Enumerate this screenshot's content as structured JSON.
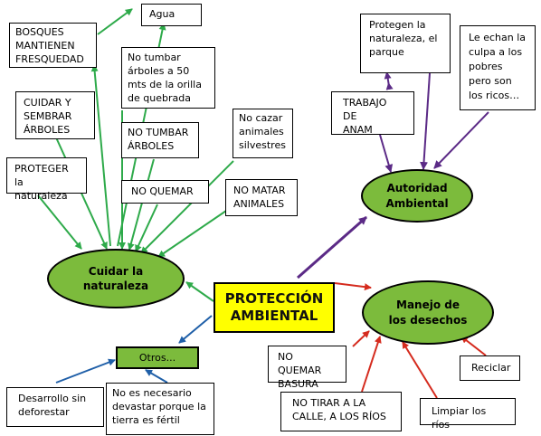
{
  "colors": {
    "green": "#2eaa4a",
    "purple": "#5b2a86",
    "red": "#d52b1e",
    "blue": "#1f5fa8",
    "node_fill": "#7cbb3c",
    "center_fill": "#ffff00"
  },
  "center": {
    "label": "PROTECCIÓN\nAMBIENTAL"
  },
  "nodes": {
    "cuidar": "Cuidar  la\nnaturaleza",
    "autoridad": "Autoridad\nAmbiental",
    "manejo": "Manejo de\nlos desechos",
    "otros": "Otros..."
  },
  "boxes": {
    "agua": "Agua",
    "bosques": "BOSQUES\nMANTIENEN\nFRESQUEDAD",
    "no_tumbar_quebrada": "No tumbar\nárboles a 50\nmts de la orilla\nde quebrada",
    "cuidar_sembrar": "CUIDAR Y\nSEMBRAR\nÁRBOLES",
    "no_tumbar_arboles": "NO TUMBAR\nÁRBOLES",
    "no_cazar": "No cazar\nanimales\nsilvestres",
    "proteger": "PROTEGER\nla naturaleza",
    "no_quemar": "NO QUEMAR",
    "no_matar": "NO MATAR\nANIMALES",
    "protegen": "Protegen la\nnaturaleza, el\nparque",
    "culpa": "Le echan la\nculpa a los\npobres\npero son\nlos ricos…",
    "trabajo": "TRABAJO DE\nANAM",
    "no_quemar_basura": "NO QUEMAR\nBASURA",
    "reciclar": "Reciclar",
    "no_tirar": "NO TIRAR A LA\nCALLE, A LOS RÍOS",
    "limpiar": "Limpiar los ríos",
    "desarrollo": "Desarrollo sin\ndeforestar",
    "no_necesario": "No es necesario\ndevastar porque la\ntierra es fértil"
  }
}
